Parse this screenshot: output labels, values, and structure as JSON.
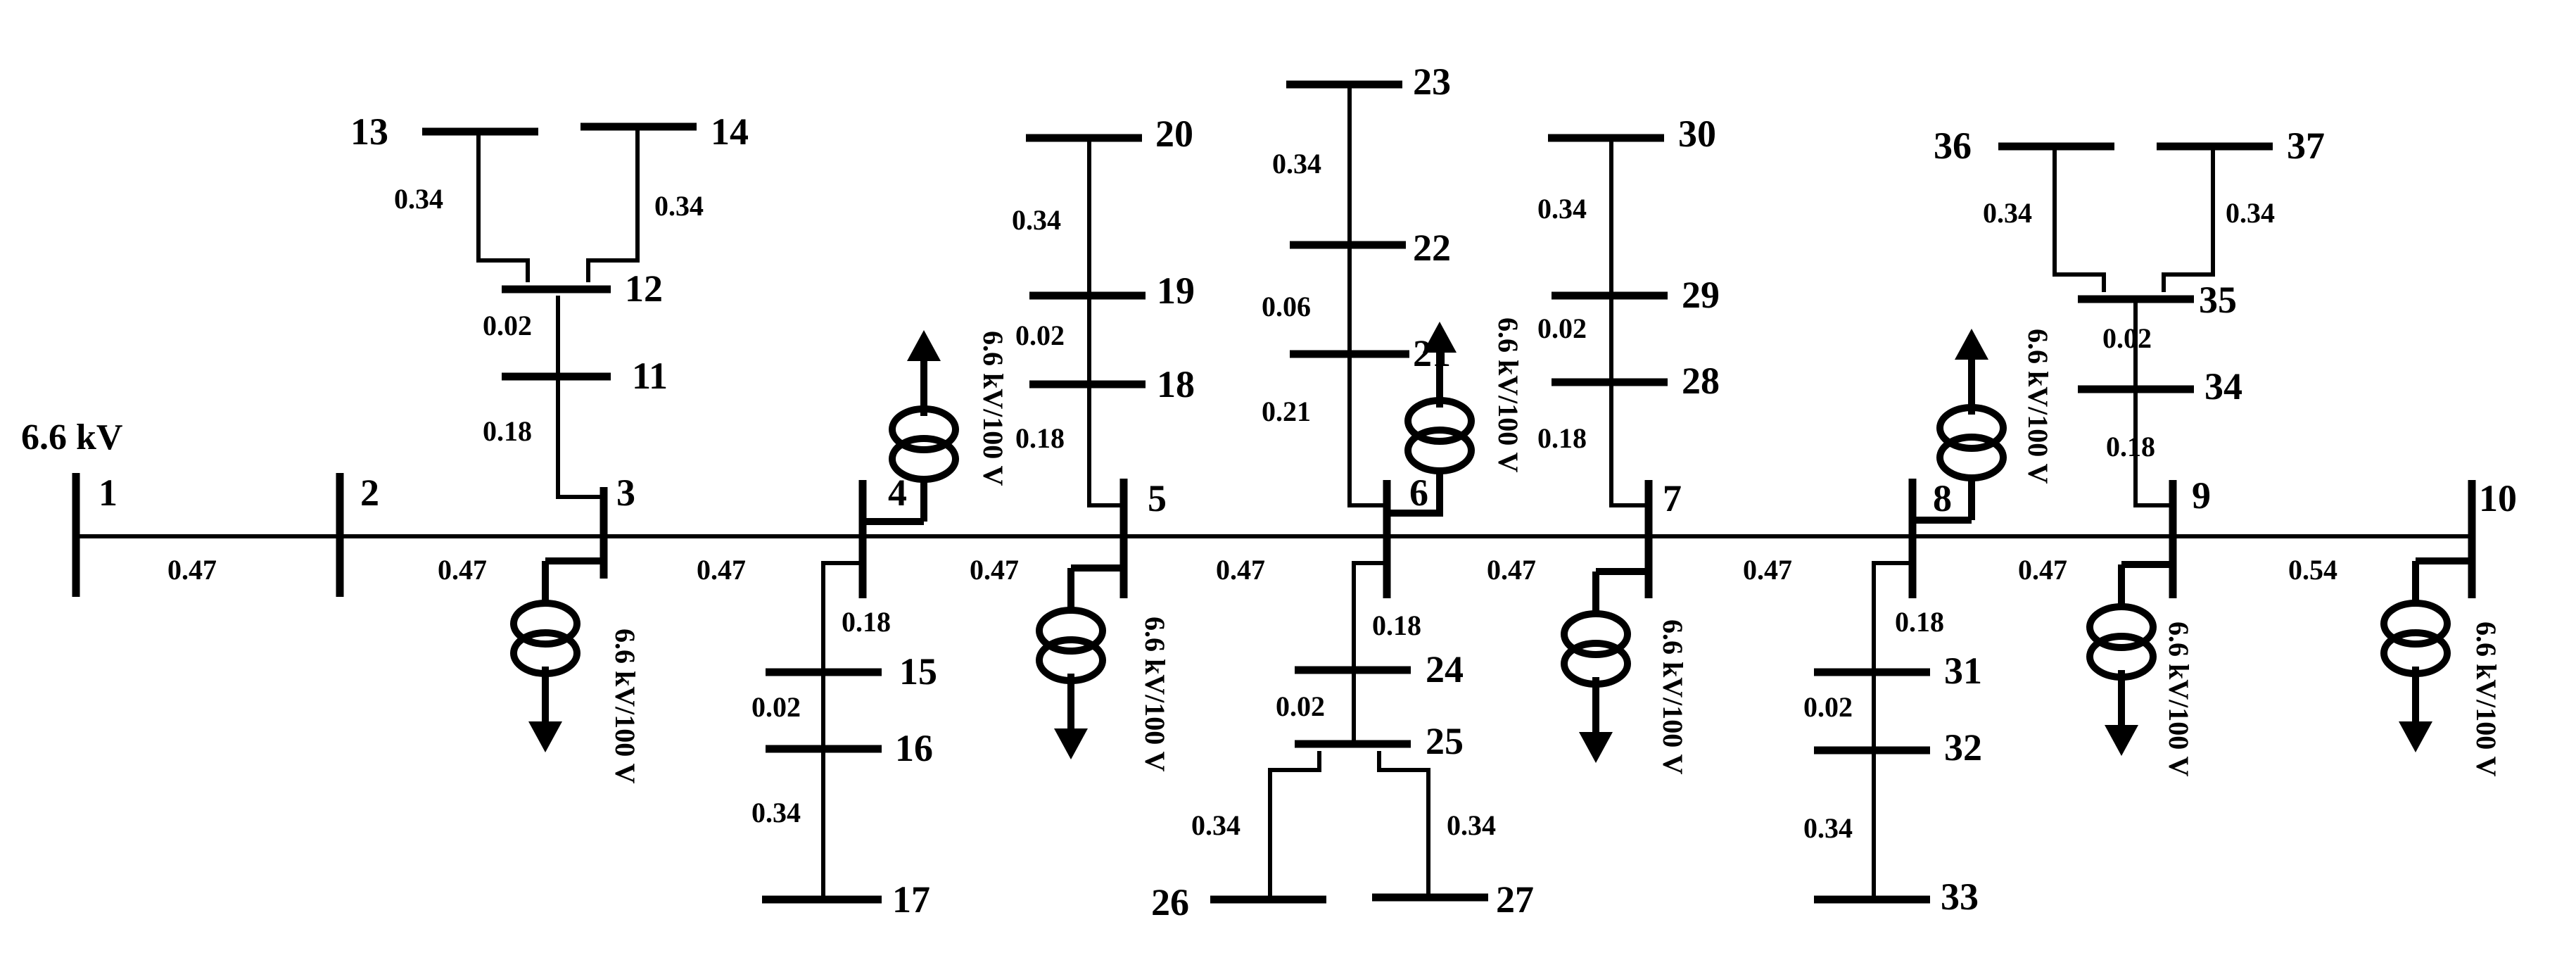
{
  "source_voltage": "6.6 kV",
  "transformer_label": "6.6 kV/100 V",
  "buses": [
    "1",
    "2",
    "3",
    "4",
    "5",
    "6",
    "7",
    "8",
    "9",
    "10",
    "11",
    "12",
    "13",
    "14",
    "15",
    "16",
    "17",
    "18",
    "19",
    "20",
    "21",
    "22",
    "23",
    "24",
    "25",
    "26",
    "27",
    "28",
    "29",
    "30",
    "31",
    "32",
    "33",
    "34",
    "35",
    "36",
    "37"
  ],
  "branch_impedances": {
    "b1_2": "0.47",
    "b2_3": "0.47",
    "b3_4": "0.47",
    "b4_5": "0.47",
    "b5_6": "0.47",
    "b6_7": "0.47",
    "b7_8": "0.47",
    "b8_9": "0.47",
    "b9_10": "0.54",
    "b3_11": "0.18",
    "b11_12": "0.02",
    "b12_13": "0.34",
    "b12_14": "0.34",
    "b4_15": "0.18",
    "b15_16": "0.02",
    "b16_17": "0.34",
    "b5_18": "0.18",
    "b18_19": "0.02",
    "b19_20": "0.34",
    "b6_21": "0.21",
    "b21_22": "0.06",
    "b22_23": "0.34",
    "b6_24": "0.18",
    "b24_25": "0.02",
    "b25_26": "0.34",
    "b25_27": "0.34",
    "b7_28": "0.18",
    "b28_29": "0.02",
    "b29_30": "0.34",
    "b8_31": "0.18",
    "b31_32": "0.02",
    "b32_33": "0.34",
    "b9_34": "0.18",
    "b34_35": "0.02",
    "b35_36": "0.34",
    "b35_37": "0.34"
  }
}
